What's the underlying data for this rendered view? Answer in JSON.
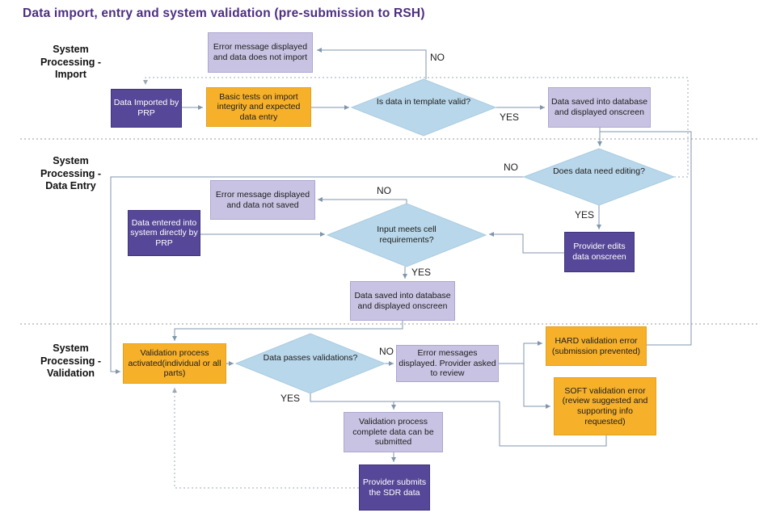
{
  "title": "Data import, entry and system validation (pre-submission to RSH)",
  "lanes": [
    {
      "lines": [
        "System",
        "Processing -",
        "Import"
      ]
    },
    {
      "lines": [
        "System",
        "Processing -",
        "Data Entry"
      ]
    },
    {
      "lines": [
        "System",
        "Processing -",
        "Validation"
      ]
    }
  ],
  "labels": {
    "yes": "YES",
    "no": "NO"
  },
  "nodes": {
    "err_import": "Error message displayed and data does not import",
    "data_imported": "Data Imported by PRP",
    "basic_tests": "Basic tests on import integrity and expected data entry",
    "is_template_valid": "Is data in template valid?",
    "saved_import": "Data saved into database and displayed onscreen",
    "needs_editing": "Does data need editing?",
    "provider_edits": "Provider edits data onscreen",
    "err_entry": "Error message displayed and data not saved",
    "data_entered": "Data entered into system directly by PRP",
    "input_meets": "Input meets cell requirements?",
    "saved_entry": "Data saved into database and displayed onscreen",
    "validation_activated": "Validation process activated(individual or all parts)",
    "data_passes": "Data passes validations?",
    "err_validation": "Error messages displayed. Provider asked to review",
    "hard_error": "HARD validation error (submission prevented)",
    "soft_error": "SOFT validation error (review suggested and supporting info requested)",
    "validation_complete": "Validation process complete data can be submitted",
    "provider_submits": "Provider submits the SDR data"
  },
  "colors": {
    "title": "#4D2E82",
    "box_dark_purple": "#564798",
    "box_light_purple": "#C9C3E3",
    "box_orange": "#F7B02A",
    "diamond_blue": "#B9D7EA",
    "connector": "#8096AD",
    "dotted_connector": "#B9C2CB",
    "lane_separator": "#999999"
  }
}
